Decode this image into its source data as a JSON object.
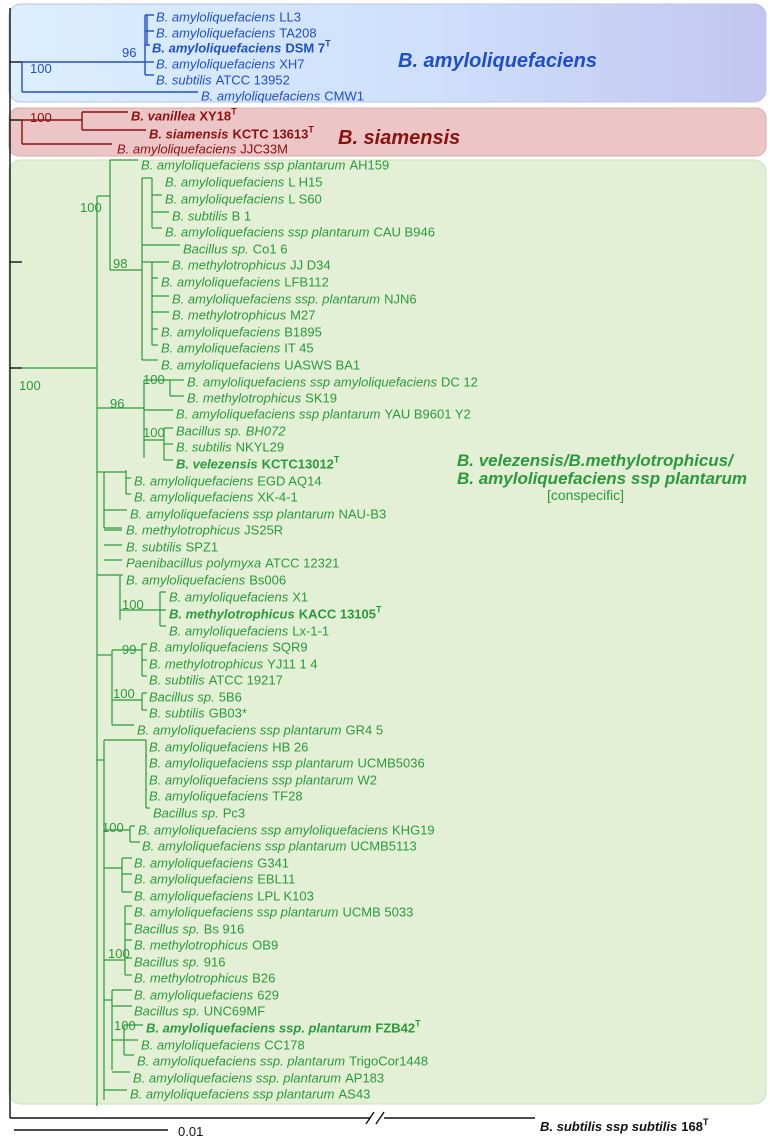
{
  "colors": {
    "blue": "#1f4fc8",
    "red": "#8b1010",
    "green": "#2a9a3c",
    "black": "#111111"
  },
  "groups": {
    "amy": "B. amyloliquefaciens",
    "siam": "B. siamensis",
    "vel_line1": "B. velezensis/B.methylotrophicus/",
    "vel_line2": "B. amyloliquefaciens ssp plantarum",
    "vel_line3": "[conspecific]"
  },
  "outgroup": {
    "species": "B. subtilis ssp subtilis",
    "strain": "168",
    "sup": "T"
  },
  "scale_label": "0.01",
  "taxa": [
    {
      "id": "t01",
      "sp": "B. amyloliquefaciens",
      "st": "LL3",
      "c": "blue"
    },
    {
      "id": "t02",
      "sp": "B. amyloliquefaciens",
      "st": "TA208",
      "c": "blue"
    },
    {
      "id": "t03",
      "sp": "B. amyloliquefaciens",
      "st": "DSM 7",
      "c": "blue",
      "bold": true,
      "sup": "T"
    },
    {
      "id": "t04",
      "sp": "B. amyloliquefaciens",
      "st": "XH7",
      "c": "blue"
    },
    {
      "id": "t05",
      "sp": "B. subtilis",
      "st": "ATCC 13952",
      "c": "blue"
    },
    {
      "id": "t06",
      "sp": "B. amyloliquefaciens",
      "st": "CMW1",
      "c": "blue"
    },
    {
      "id": "t07",
      "sp": "B. vanillea",
      "st": "XY18",
      "c": "red",
      "bold": true,
      "sup": "T"
    },
    {
      "id": "t08",
      "sp": "B. siamensis",
      "st": "KCTC 13613",
      "c": "red",
      "bold": true,
      "sup": "T"
    },
    {
      "id": "t09",
      "sp": "B. amyloliquefaciens",
      "st": "JJC33M",
      "c": "red"
    },
    {
      "id": "t10",
      "sp": "B. amyloliquefaciens ssp plantarum",
      "st": "AH159",
      "c": "green"
    },
    {
      "id": "t11",
      "sp": "B. amyloliquefaciens",
      "st": "L H15",
      "c": "green"
    },
    {
      "id": "t12",
      "sp": "B. amyloliquefaciens",
      "st": "L S60",
      "c": "green"
    },
    {
      "id": "t13",
      "sp": "B. subtilis",
      "st": "B 1",
      "c": "green"
    },
    {
      "id": "t14",
      "sp": "B. amyloliquefaciens ssp plantarum",
      "st": "CAU B946",
      "c": "green"
    },
    {
      "id": "t15",
      "sp": "Bacillus sp.",
      "st": "Co1 6",
      "c": "green"
    },
    {
      "id": "t16",
      "sp": "B. methylotrophicus",
      "st": "JJ D34",
      "c": "green"
    },
    {
      "id": "t17",
      "sp": "B. amyloliquefaciens",
      "st": "LFB112",
      "c": "green"
    },
    {
      "id": "t18",
      "sp": "B. amyloliquefaciens ssp. plantarum",
      "st": "NJN6",
      "c": "green"
    },
    {
      "id": "t19",
      "sp": "B. methylotrophicus",
      "st": "M27",
      "c": "green"
    },
    {
      "id": "t20",
      "sp": "B. amyloliquefaciens",
      "st": "B1895",
      "c": "green"
    },
    {
      "id": "t21",
      "sp": "B. amyloliquefaciens",
      "st": "IT 45",
      "c": "green"
    },
    {
      "id": "t22",
      "sp": "B. amyloliquefaciens",
      "st": "UASWS BA1",
      "c": "green"
    },
    {
      "id": "t23",
      "sp": "B. amyloliquefaciens ssp amyloliquefaciens",
      "st": "DC 12",
      "c": "green"
    },
    {
      "id": "t24",
      "sp": "B. methylotrophicus",
      "st": "SK19",
      "c": "green"
    },
    {
      "id": "t25",
      "sp": "B. amyloliquefaciens ssp plantarum",
      "st": "YAU B9601 Y2",
      "c": "green"
    },
    {
      "id": "t26",
      "sp": "Bacillus sp.",
      "st": "BH072",
      "c": "green",
      "stItalic": true
    },
    {
      "id": "t27",
      "sp": "B. subtilis",
      "st": "NKYL29",
      "c": "green"
    },
    {
      "id": "t28",
      "sp": "B. velezensis",
      "st": "KCTC13012",
      "c": "green",
      "bold": true,
      "sup": "T"
    },
    {
      "id": "t29",
      "sp": "B. amyloliquefaciens",
      "st": "EGD AQ14",
      "c": "green"
    },
    {
      "id": "t30",
      "sp": "B. amyloliquefaciens",
      "st": "XK-4-1",
      "c": "green"
    },
    {
      "id": "t31",
      "sp": "B. amyloliquefaciens ssp plantarum",
      "st": "NAU-B3",
      "c": "green"
    },
    {
      "id": "t32",
      "sp": "B. methylotrophicus",
      "st": "JS25R",
      "c": "green"
    },
    {
      "id": "t33",
      "sp": "B. subtilis",
      "st": "SPZ1",
      "c": "green"
    },
    {
      "id": "t34",
      "sp": "Paenibacillus polymyxa",
      "st": "ATCC 12321",
      "c": "green"
    },
    {
      "id": "t35",
      "sp": "B. amyloliquefaciens",
      "st": "Bs006",
      "c": "green"
    },
    {
      "id": "t36",
      "sp": "B. amyloliquefaciens",
      "st": "X1",
      "c": "green"
    },
    {
      "id": "t37",
      "sp": "B. methylotrophicus",
      "st": "KACC 13105",
      "c": "green",
      "bold": true,
      "sup": "T"
    },
    {
      "id": "t38",
      "sp": "B. amyloliquefaciens",
      "st": "Lx-1-1",
      "c": "green"
    },
    {
      "id": "t39",
      "sp": "B. amyloliquefaciens",
      "st": "SQR9",
      "c": "green"
    },
    {
      "id": "t40",
      "sp": "B. methylotrophicus",
      "st": "YJ11 1 4",
      "c": "green"
    },
    {
      "id": "t41",
      "sp": "B. subtilis",
      "st": "ATCC 19217",
      "c": "green"
    },
    {
      "id": "t42",
      "sp": "Bacillus sp.",
      "st": "5B6",
      "c": "green"
    },
    {
      "id": "t43",
      "sp": "B. subtilis",
      "st": "GB03*",
      "c": "green"
    },
    {
      "id": "t44",
      "sp": "B. amyloliquefaciens ssp plantarum",
      "st": "GR4 5",
      "c": "green"
    },
    {
      "id": "t45",
      "sp": "B. amyloliquefaciens",
      "st": "HB 26",
      "c": "green"
    },
    {
      "id": "t46",
      "sp": "B. amyloliquefaciens ssp plantarum",
      "st": "UCMB5036",
      "c": "green"
    },
    {
      "id": "t47",
      "sp": "B. amyloliquefaciens ssp plantarum",
      "st": "W2",
      "c": "green"
    },
    {
      "id": "t48",
      "sp": "B. amyloliquefaciens",
      "st": "TF28",
      "c": "green"
    },
    {
      "id": "t49",
      "sp": "Bacillus sp.",
      "st": "Pc3",
      "c": "green"
    },
    {
      "id": "t50",
      "sp": "B. amyloliquefaciens ssp amyloliquefaciens",
      "st": "KHG19",
      "c": "green"
    },
    {
      "id": "t51",
      "sp": "B. amyloliquefaciens ssp plantarum",
      "st": "UCMB5113",
      "c": "green"
    },
    {
      "id": "t52",
      "sp": "B. amyloliquefaciens",
      "st": "G341",
      "c": "green"
    },
    {
      "id": "t53",
      "sp": "B. amyloliquefaciens",
      "st": "EBL11",
      "c": "green"
    },
    {
      "id": "t54",
      "sp": "B. amyloliquefaciens",
      "st": "LPL K103",
      "c": "green"
    },
    {
      "id": "t55",
      "sp": "B. amyloliquefaciens ssp plantarum",
      "st": "UCMB 5033",
      "c": "green"
    },
    {
      "id": "t56",
      "sp": "Bacillus sp.",
      "st": "Bs 916",
      "c": "green"
    },
    {
      "id": "t57",
      "sp": "B. methylotrophicus",
      "st": "OB9",
      "c": "green"
    },
    {
      "id": "t58",
      "sp": "Bacillus sp.",
      "st": "916",
      "c": "green"
    },
    {
      "id": "t59",
      "sp": "B. methylotrophicus",
      "st": "B26",
      "c": "green"
    },
    {
      "id": "t60",
      "sp": "B. amyloliquefaciens",
      "st": "629",
      "c": "green"
    },
    {
      "id": "t61",
      "sp": "Bacillus sp.",
      "st": "UNC69MF",
      "c": "green"
    },
    {
      "id": "t62",
      "sp": "B. amyloliquefaciens ssp. plantarum",
      "st": "FZB42",
      "c": "green",
      "bold": true,
      "sup": "T"
    },
    {
      "id": "t63",
      "sp": "B. amyloliquefaciens",
      "st": "CC178",
      "c": "green"
    },
    {
      "id": "t64",
      "sp": "B. amyloliquefaciens ssp. plantarum",
      "st": "TrigoCor1448",
      "c": "green"
    },
    {
      "id": "t65",
      "sp": "B. amyloliquefaciens ssp. plantarum",
      "st": "AP183",
      "c": "green"
    },
    {
      "id": "t66",
      "sp": "B. amyloliquefaciens ssp plantarum",
      "st": "AS43",
      "c": "green"
    }
  ],
  "bootstraps": [
    {
      "id": "b1",
      "v": "100",
      "c": "blue"
    },
    {
      "id": "b2",
      "v": "96",
      "c": "blue"
    },
    {
      "id": "b3",
      "v": "100",
      "c": "red"
    },
    {
      "id": "b4",
      "v": "100",
      "c": "green"
    },
    {
      "id": "b5",
      "v": "98",
      "c": "green"
    },
    {
      "id": "b6",
      "v": "100",
      "c": "green"
    },
    {
      "id": "b7",
      "v": "96",
      "c": "green"
    },
    {
      "id": "b8",
      "v": "100",
      "c": "green"
    },
    {
      "id": "b9",
      "v": "100",
      "c": "green"
    },
    {
      "id": "b10",
      "v": "100",
      "c": "green"
    },
    {
      "id": "b11",
      "v": "99",
      "c": "green"
    },
    {
      "id": "b12",
      "v": "100",
      "c": "green"
    },
    {
      "id": "b13",
      "v": "100",
      "c": "green"
    },
    {
      "id": "b14",
      "v": "100",
      "c": "green"
    },
    {
      "id": "b15",
      "v": "100",
      "c": "green"
    }
  ]
}
